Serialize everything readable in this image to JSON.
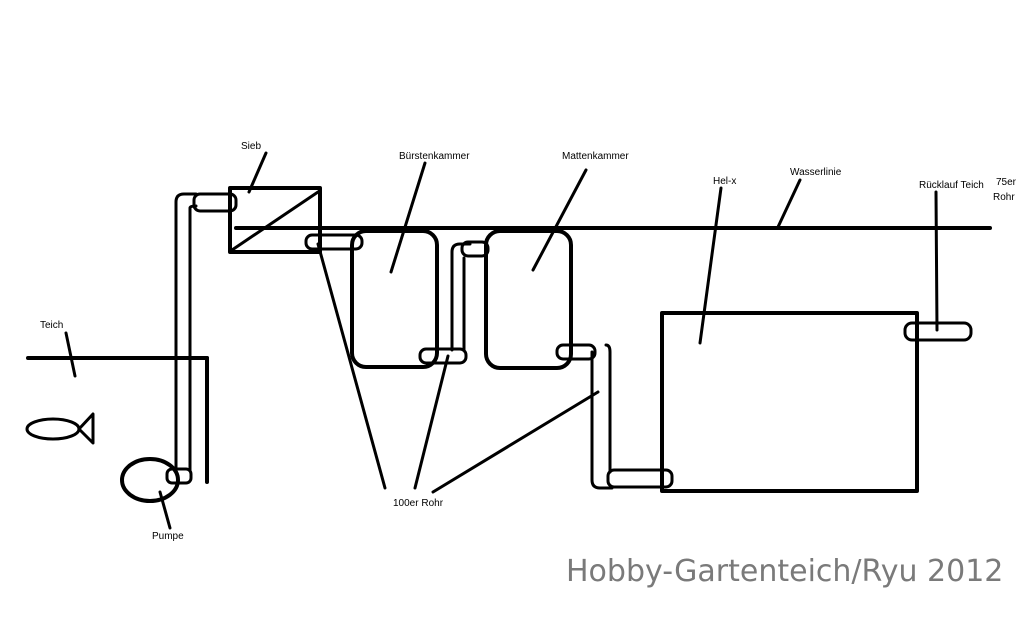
{
  "diagram": {
    "labels": {
      "sieb": "Sieb",
      "buerstenkammer": "Bürstenkammer",
      "mattenkammer": "Mattenkammer",
      "helx": "Hel-x",
      "wasserlinie": "Wasserlinie",
      "ruecklauf": "Rücklauf Teich",
      "rohr75_line1": "75er",
      "rohr75_line2": "Rohr",
      "teich": "Teich",
      "pumpe": "Pumpe",
      "rohr100": "100er Rohr"
    },
    "watermark": "Hobby-Gartenteich/Ryu 2012",
    "colors": {
      "stroke": "#000000",
      "background": "#ffffff",
      "watermark": "#7a7a7a"
    }
  }
}
